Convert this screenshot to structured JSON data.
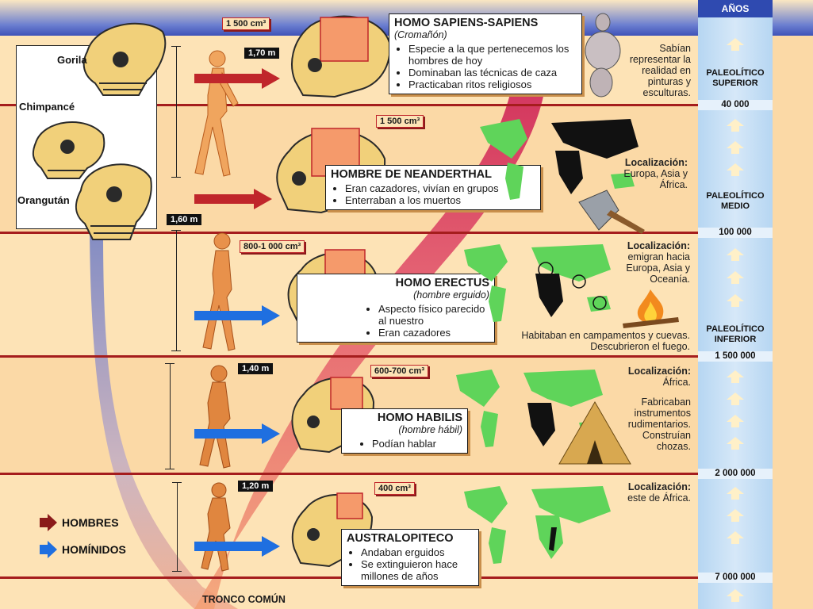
{
  "time_header": "AÑOS",
  "periods": [
    {
      "name": "PALEOLÍTICO SUPERIOR"
    },
    {
      "name": "PALEOLÍTICO MEDIO"
    },
    {
      "name": "PALEOLÍTICO INFERIOR"
    }
  ],
  "years": [
    "40 000",
    "100 000",
    "1 500 000",
    "2 000 000",
    "7 000 000"
  ],
  "apes": [
    "Gorila",
    "Chimpancé",
    "Orangután"
  ],
  "species": [
    {
      "title": "HOMO SAPIENS-SAPIENS",
      "subtitle": "(Cromañón)",
      "bullets": [
        "Especie a la que pertenecemos los hombres de hoy",
        "Dominaban las técnicas de caza",
        "Practicaban ritos religiosos"
      ],
      "brain": "1 500 cm³",
      "height": "1,70 m",
      "type": "hombre",
      "note": "Sabían representar la realidad en pinturas y esculturas."
    },
    {
      "title": "HOMBRE DE NEANDERTHAL",
      "bullets": [
        "Eran cazadores, vivían en grupos",
        "Enterraban a los muertos"
      ],
      "brain": "1 500 cm³",
      "type": "hombre",
      "loc_label": "Localización:",
      "loc": "Europa, Asia y África."
    },
    {
      "title": "HOMO ERECTUS",
      "subtitle": "(hombre erguido)",
      "bullets": [
        "Aspecto físico parecido al nuestro",
        "Eran cazadores"
      ],
      "brain": "800-1 000 cm³",
      "height": "1,60 m",
      "type": "homínido",
      "loc_label": "Localización:",
      "loc": "emigran hacia Europa, Asia y Oceanía.",
      "note": "Habitaban en campamentos y cuevas. Descubrieron el fuego."
    },
    {
      "title": "HOMO HABILIS",
      "subtitle": "(hombre hábil)",
      "bullets": [
        "Podían hablar"
      ],
      "brain": "600-700 cm³",
      "height": "1,40 m",
      "type": "homínido",
      "loc_label": "Localización:",
      "loc": "África.",
      "note": "Fabricaban instrumentos rudimentarios. Construían chozas."
    },
    {
      "title": "AUSTRALOPITECO",
      "bullets": [
        "Andaban erguidos",
        "Se extinguieron hace millones de años"
      ],
      "brain": "400 cm³",
      "height": "1,20 m",
      "type": "homínido",
      "loc_label": "Localización:",
      "loc": "este de África."
    }
  ],
  "legend": {
    "hombres": "HOMBRES",
    "hominidos": "HOMÍNIDOS"
  },
  "trunk_label": "TRONCO COMÚN",
  "colors": {
    "hombre": "#c0262b",
    "hominido": "#1f6fe0",
    "continent_green": "#5fd45a",
    "africa": "#111111"
  }
}
